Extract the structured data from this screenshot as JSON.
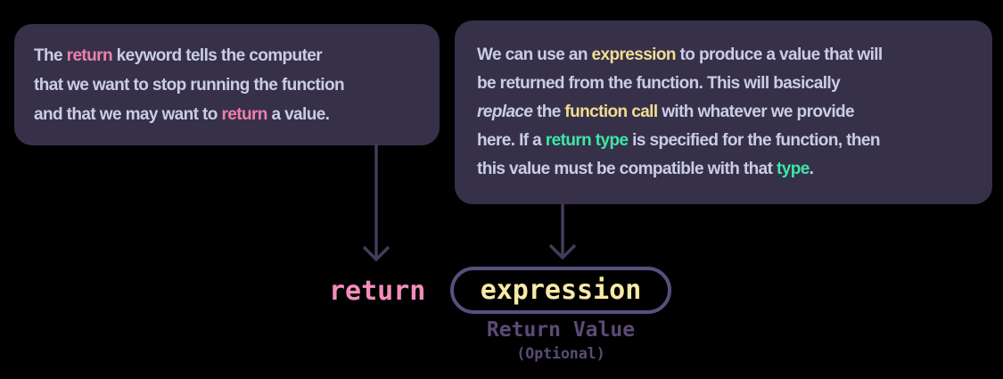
{
  "colors": {
    "background": "#000000",
    "note_bg": "#373049",
    "body_text": "#c9cde6",
    "pink": "#ee7fae",
    "pink_bright": "#f28cbc",
    "yellow": "#f0dd92",
    "yellow_bright": "#f8e9a6",
    "green": "#3ce8a4",
    "arrow": "#453c5b",
    "box_border": "#5a4e7d",
    "label": "#5a4b76"
  },
  "left_note": {
    "lines": [
      [
        {
          "t": "The ",
          "c": "body"
        },
        {
          "t": "return",
          "c": "pink"
        },
        {
          "t": " keyword tells the computer",
          "c": "body"
        }
      ],
      [
        {
          "t": "that we want to stop running the function",
          "c": "body"
        }
      ],
      [
        {
          "t": "and that we may want to ",
          "c": "body"
        },
        {
          "t": "return",
          "c": "pink"
        },
        {
          "t": " a value.",
          "c": "body"
        }
      ]
    ]
  },
  "right_note": {
    "lines": [
      [
        {
          "t": "We can use an ",
          "c": "body"
        },
        {
          "t": "expression",
          "c": "yellow"
        },
        {
          "t": " to produce a value that will",
          "c": "body"
        }
      ],
      [
        {
          "t": "be returned from the function. This will basically",
          "c": "body"
        }
      ],
      [
        {
          "t": "replace",
          "c": "italic"
        },
        {
          "t": " the ",
          "c": "body"
        },
        {
          "t": "function call",
          "c": "yellow"
        },
        {
          "t": " with whatever we provide",
          "c": "body"
        }
      ],
      [
        {
          "t": "here. If a ",
          "c": "body"
        },
        {
          "t": "return type",
          "c": "green"
        },
        {
          "t": " is specified for the function, then",
          "c": "body"
        }
      ],
      [
        {
          "t": "this value must be compatible with that ",
          "c": "body"
        },
        {
          "t": "type",
          "c": "green"
        },
        {
          "t": ".",
          "c": "body"
        }
      ]
    ]
  },
  "syntax": {
    "keyword": "return",
    "expression": "expression",
    "label": "Return Value",
    "sublabel": "(Optional)"
  }
}
